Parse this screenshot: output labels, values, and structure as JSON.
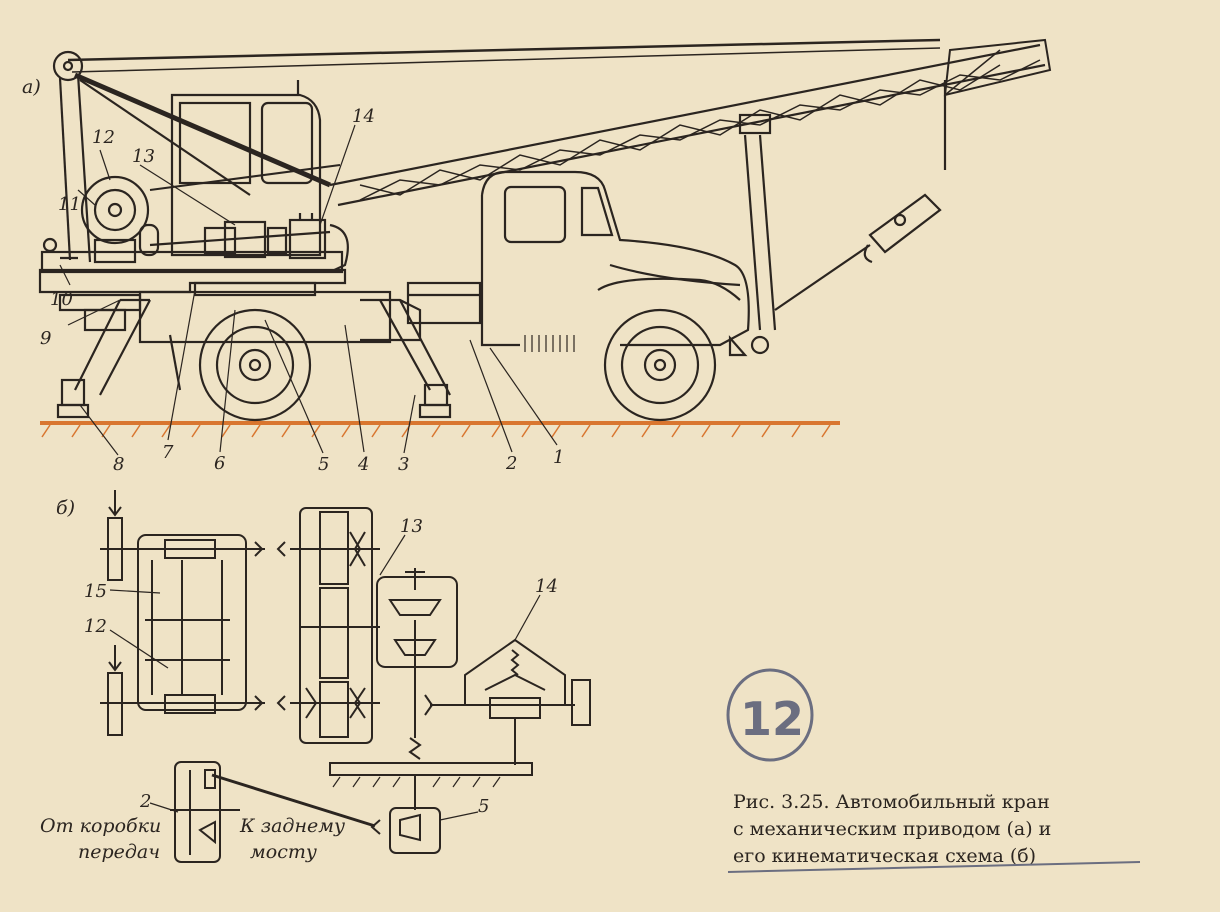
{
  "figure": {
    "label_a": "а)",
    "label_b": "б)",
    "caption_lines": [
      "Рис. 3.25. Автомобильный кран",
      "с механическим приводом (а) и",
      "его кинематическая схема (б)"
    ],
    "handwritten_note": "12"
  },
  "part_labels_a": {
    "p1": "1",
    "p2": "2",
    "p3": "3",
    "p4": "4",
    "p5": "5",
    "p6": "6",
    "p7": "7",
    "p8": "8",
    "p9": "9",
    "p10": "10",
    "p11": "11",
    "p12": "12",
    "p13": "13",
    "p14": "14"
  },
  "part_labels_b": {
    "p15": "15",
    "p12": "12",
    "p13": "13",
    "p14": "14",
    "p2": "2",
    "p5": "5"
  },
  "annotations_b": {
    "from_gearbox_1": "От коробки",
    "from_gearbox_2": "передач",
    "to_rear_axle_1": "К заднему",
    "to_rear_axle_2": "мосту"
  },
  "colors": {
    "paper": "#efe3c6",
    "ink": "#2b2520",
    "ground": "#d9762f",
    "pencil": "#6b6e80"
  }
}
